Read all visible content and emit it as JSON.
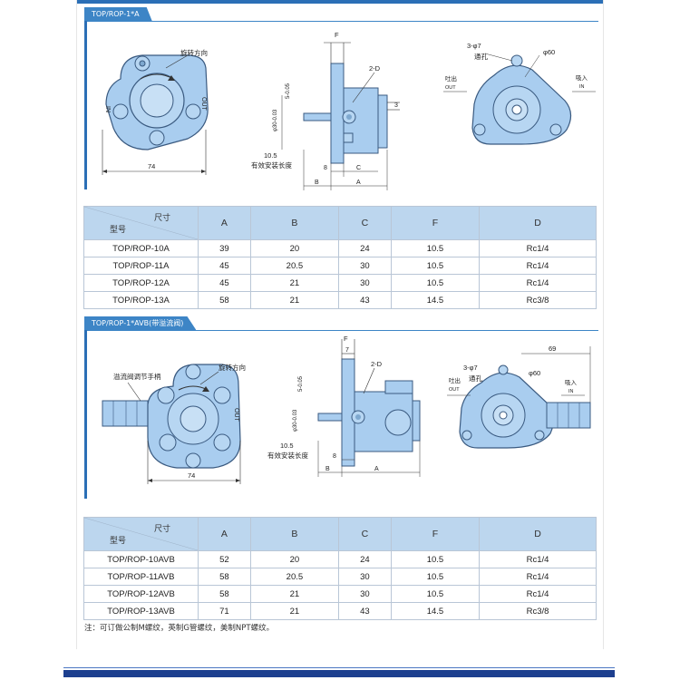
{
  "sections": [
    {
      "title": "TOP/ROP-1*A",
      "drawing_labels": {
        "rotation": "旋转方向",
        "in_port": "IN",
        "out_port": "OUT",
        "width_74": "74",
        "dim_f": "F",
        "dim_2d": "2-D",
        "dim_3": "3",
        "dim_105": "10.5",
        "effective_length": "有效安装长度",
        "dim_8": "8",
        "dim_c": "C",
        "dim_b": "B",
        "dim_a": "A",
        "shaft_dia": "φ30-0.03",
        "key_dia": "5-0.05",
        "holes": "3-φ7",
        "through": "通孔",
        "dia_60": "φ60",
        "discharge": "吐出",
        "discharge_en": "OUT",
        "suction": "吸入",
        "suction_en": "IN"
      },
      "table": {
        "corner_size": "尺寸",
        "corner_model": "型号",
        "columns": [
          "A",
          "B",
          "C",
          "F",
          "D"
        ],
        "rows": [
          {
            "model": "TOP/ROP-10A",
            "values": [
              "39",
              "20",
              "24",
              "10.5",
              "Rc1/4"
            ]
          },
          {
            "model": "TOP/ROP-11A",
            "values": [
              "45",
              "20.5",
              "30",
              "10.5",
              "Rc1/4"
            ]
          },
          {
            "model": "TOP/ROP-12A",
            "values": [
              "45",
              "21",
              "30",
              "10.5",
              "Rc1/4"
            ]
          },
          {
            "model": "TOP/ROP-13A",
            "values": [
              "58",
              "21",
              "43",
              "14.5",
              "Rc3/8"
            ]
          }
        ]
      }
    },
    {
      "title": "TOP/ROP-1*AVB(带溢流阀)",
      "drawing_labels": {
        "relief_handle": "溢流阀调节手柄",
        "rotation": "旋转方向",
        "out_port": "OUT",
        "width_74": "74",
        "dim_f": "F",
        "dim_7": "7",
        "dim_2d": "2-D",
        "dim_105": "10.5",
        "effective_length": "有效安装长度",
        "dim_8": "8",
        "dim_b": "B",
        "dim_a": "A",
        "shaft_dia": "φ30-0.03",
        "key_dia": "5-0.05",
        "holes": "3-φ7",
        "through": "通孔",
        "dia_60": "φ60",
        "dim_69": "69",
        "discharge": "吐出",
        "discharge_en": "OUT",
        "suction": "吸入",
        "suction_en": "IN"
      },
      "table": {
        "corner_size": "尺寸",
        "corner_model": "型号",
        "columns": [
          "A",
          "B",
          "C",
          "F",
          "D"
        ],
        "rows": [
          {
            "model": "TOP/ROP-10AVB",
            "values": [
              "52",
              "20",
              "24",
              "10.5",
              "Rc1/4"
            ]
          },
          {
            "model": "TOP/ROP-11AVB",
            "values": [
              "58",
              "20.5",
              "30",
              "10.5",
              "Rc1/4"
            ]
          },
          {
            "model": "TOP/ROP-12AVB",
            "values": [
              "58",
              "21",
              "30",
              "10.5",
              "Rc1/4"
            ]
          },
          {
            "model": "TOP/ROP-13AVB",
            "values": [
              "71",
              "21",
              "43",
              "14.5",
              "Rc3/8"
            ]
          }
        ]
      }
    }
  ],
  "note": "注：可订做公制M螺纹，英制G管螺纹，美制NPT螺纹。",
  "colors": {
    "accent": "#3d85c6",
    "dark_blue": "#1d3f8f",
    "part_fill": "#a9cdef",
    "header_fill": "#bcd6ee"
  }
}
